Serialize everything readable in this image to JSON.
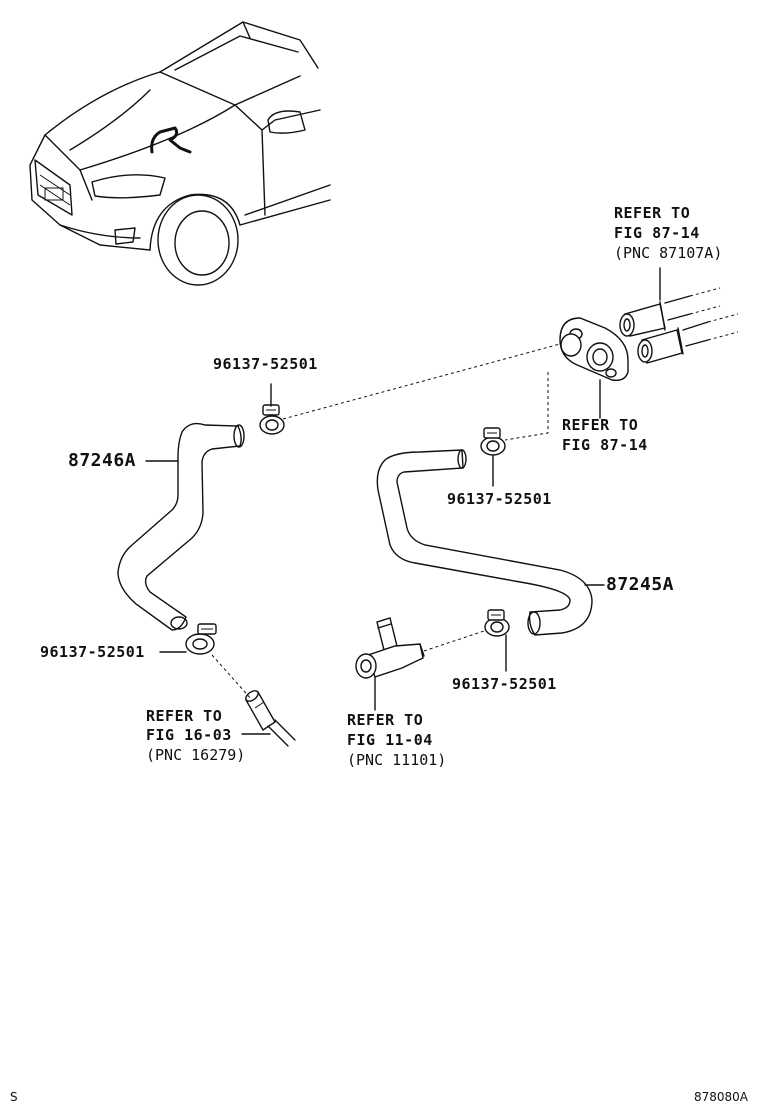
{
  "labels": {
    "hose_left": "87246A",
    "hose_right": "87245A",
    "clamp_top": "96137-52501",
    "clamp_right_upper": "96137-52501",
    "clamp_left_lower": "96137-52501",
    "clamp_right_lower": "96137-52501"
  },
  "refs": {
    "top_right": {
      "line1": "REFER TO",
      "line2": "FIG 87-14",
      "line3": "(PNC 87107A)"
    },
    "mid_right": {
      "line1": "REFER TO",
      "line2": "FIG 87-14"
    },
    "bottom_left": {
      "line1": "REFER TO",
      "line2": "FIG 16-03",
      "line3": "(PNC 16279)"
    },
    "bottom_mid": {
      "line1": "REFER TO",
      "line2": "FIG 11-04",
      "line3": "(PNC 11101)"
    }
  },
  "footer": {
    "left": "S",
    "right": "878080A"
  }
}
